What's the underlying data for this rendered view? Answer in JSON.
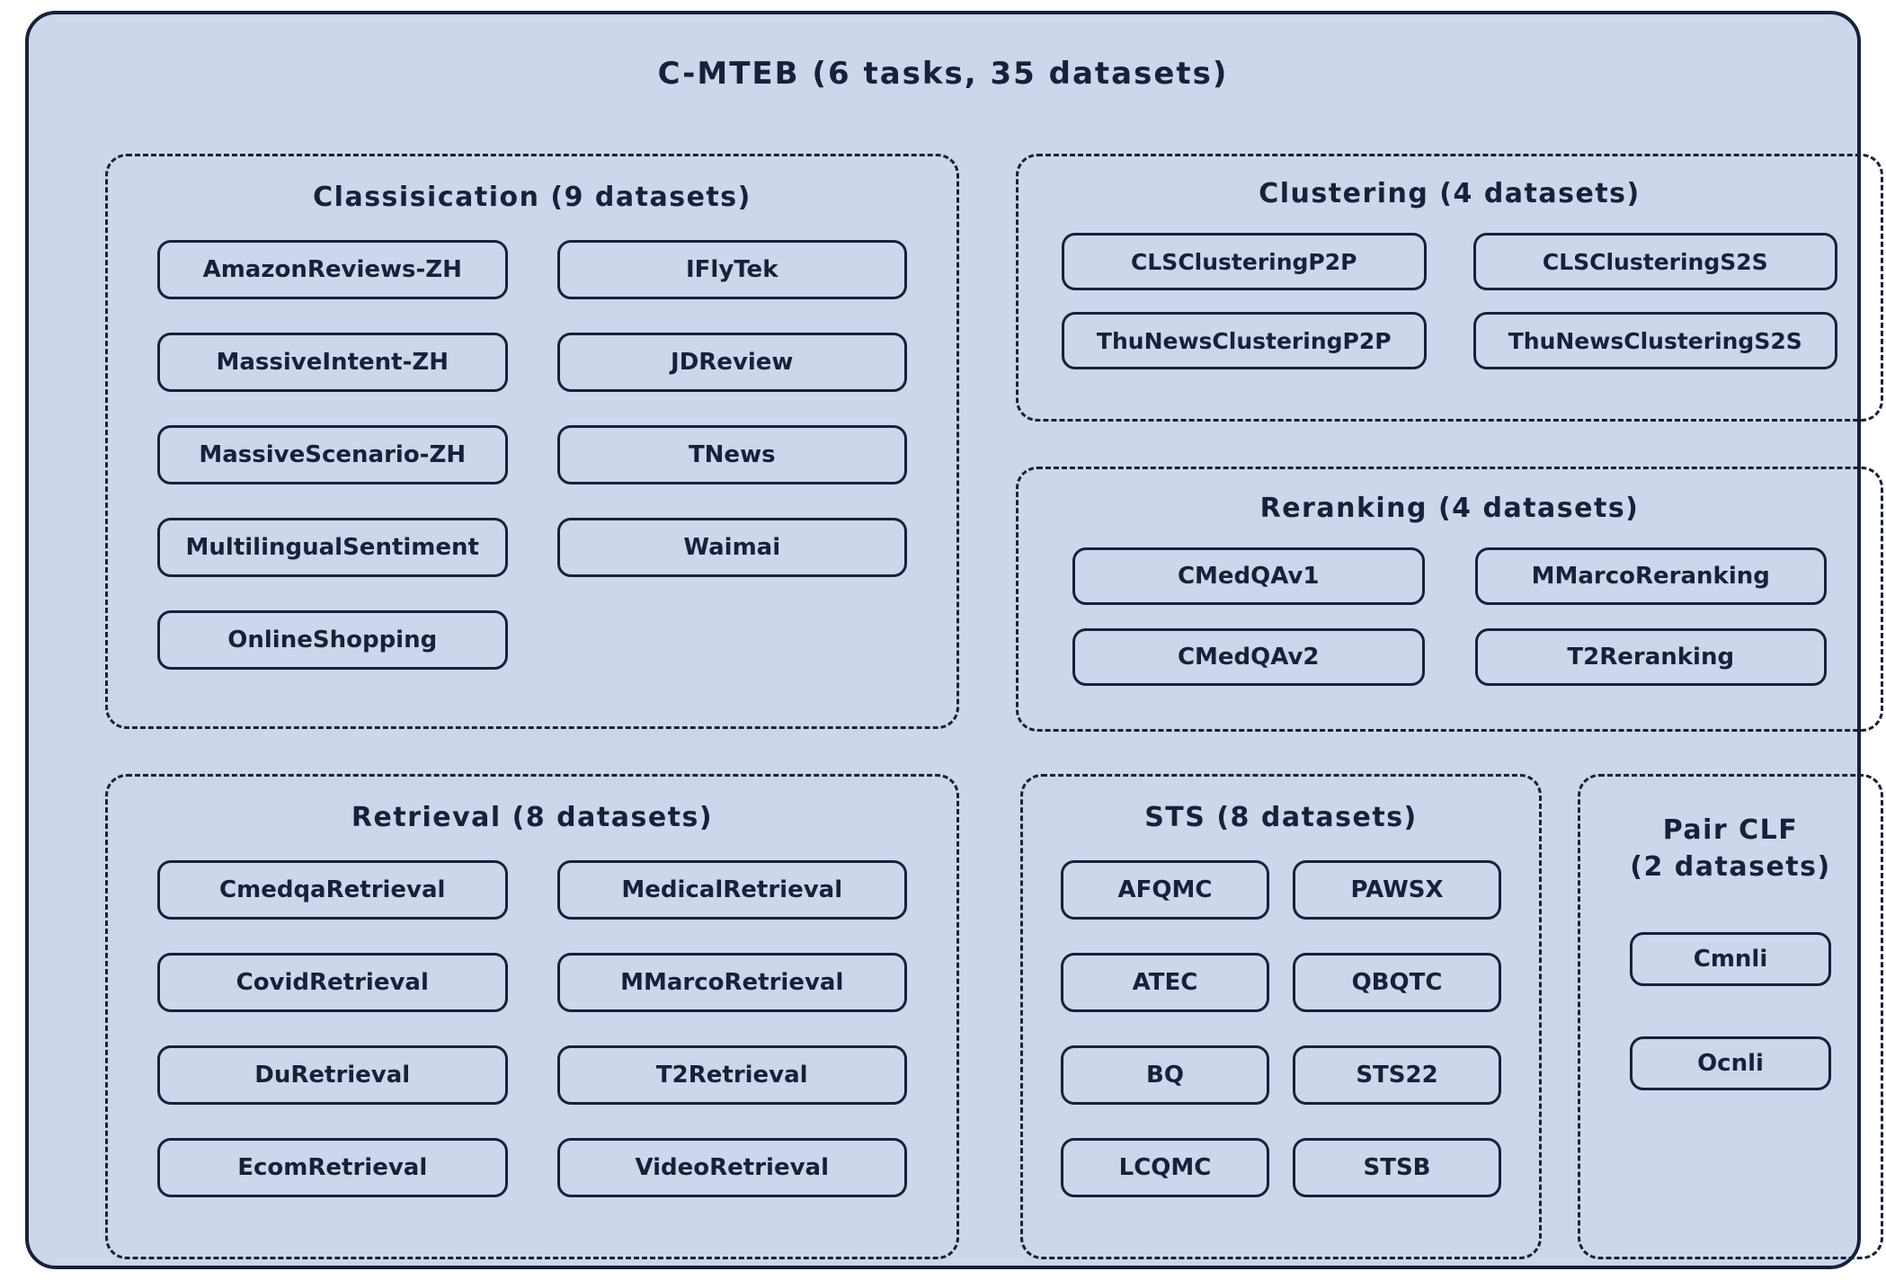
{
  "colors": {
    "fill": "#ccd7eb",
    "line": "#182139"
  },
  "diagram": {
    "title": "C-MTEB (6 tasks, 35 datasets)"
  },
  "groups": {
    "classification": {
      "title": "Classisication (9 datasets)",
      "items": [
        "AmazonReviews-ZH",
        "IFlyTek",
        "MassiveIntent-ZH",
        "JDReview",
        "MassiveScenario-ZH",
        "TNews",
        "MultilingualSentiment",
        "Waimai",
        "OnlineShopping"
      ]
    },
    "clustering": {
      "title": "Clustering (4 datasets)",
      "items": [
        "CLSClusteringP2P",
        "CLSClusteringS2S",
        "ThuNewsClusteringP2P",
        "ThuNewsClusteringS2S"
      ]
    },
    "reranking": {
      "title": "Reranking (4 datasets)",
      "items": [
        "CMedQAv1",
        "MMarcoReranking",
        "CMedQAv2",
        "T2Reranking"
      ]
    },
    "retrieval": {
      "title": "Retrieval (8 datasets)",
      "items": [
        "CmedqaRetrieval",
        "MedicalRetrieval",
        "CovidRetrieval",
        "MMarcoRetrieval",
        "DuRetrieval",
        "T2Retrieval",
        "EcomRetrieval",
        "VideoRetrieval"
      ]
    },
    "sts": {
      "title": "STS (8 datasets)",
      "items": [
        "AFQMC",
        "PAWSX",
        "ATEC",
        "QBQTC",
        "BQ",
        "STS22",
        "LCQMC",
        "STSB"
      ]
    },
    "pair_clf": {
      "title_line1": "Pair CLF",
      "title_line2": "(2 datasets)",
      "items": [
        "Cmnli",
        "Ocnli"
      ]
    }
  }
}
